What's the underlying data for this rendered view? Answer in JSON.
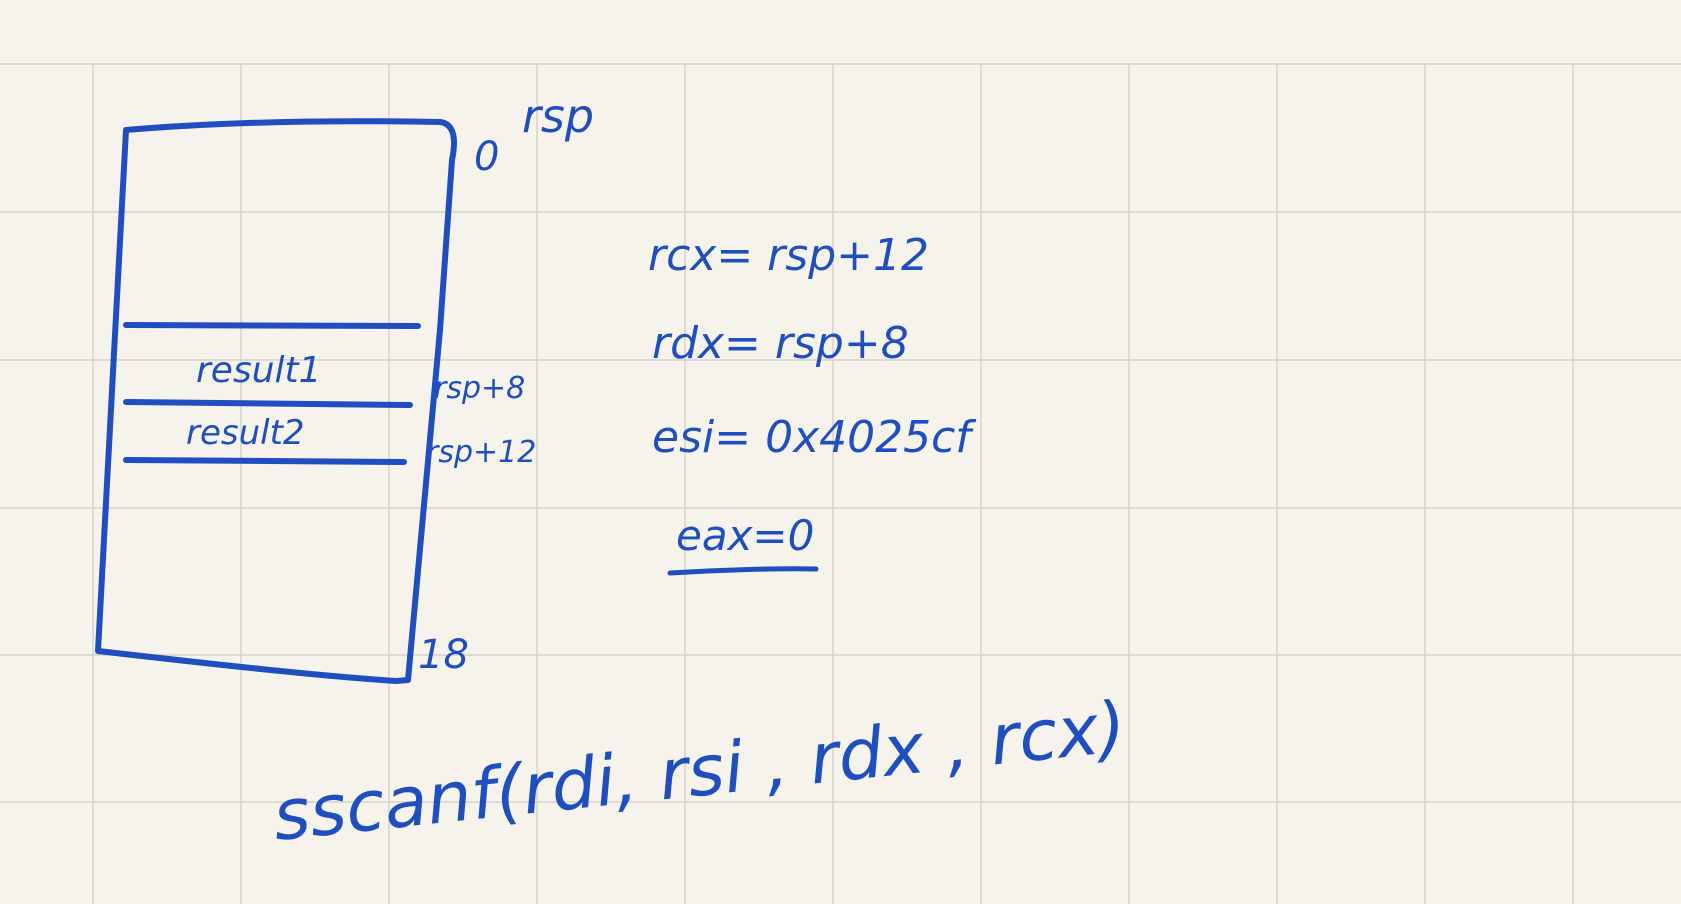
{
  "stack": {
    "top_offset": "0",
    "top_register": "rsp",
    "bottom_offset": "18",
    "slots": [
      {
        "label": "result1",
        "address": "rsp+8"
      },
      {
        "label": "result2",
        "address": "rsp+12"
      }
    ]
  },
  "assignments": [
    "rcx= rsp+12",
    "rdx= rsp+8",
    "esi= 0x4025cf",
    "eax=0"
  ],
  "call": "sscanf(rdi, rsi , rdx , rcx)",
  "colors": {
    "ink": "#1f4fbf",
    "paper": "#f5f3ec",
    "grid": "#d8d5cc"
  }
}
